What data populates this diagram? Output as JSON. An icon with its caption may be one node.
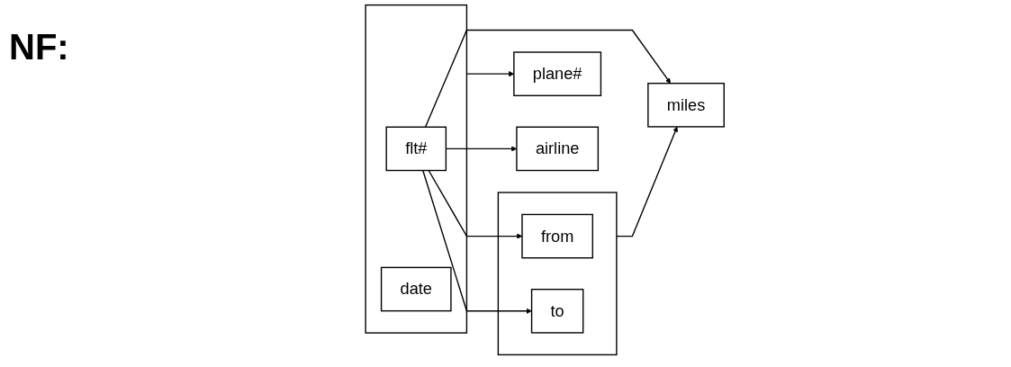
{
  "diagram": {
    "title": "NF:",
    "nodes": [
      {
        "text": [
          "plane#"
        ]
      },
      {
        "text": [],
        "shape": "box"
      },
      {
        "text": [
          "flt#"
        ],
        "in": 1
      },
      {
        "text": [
          "date"
        ],
        "in": 1
      },
      {
        "text": [
          "airline"
        ]
      },
      {
        "text": [],
        "shape": "box"
      },
      {
        "text": [
          "from"
        ],
        "in": 5
      },
      {
        "text": [
          "to"
        ],
        "in": 5
      },
      {
        "text": [
          "miles"
        ]
      }
    ],
    "edges": [
      {
        "from": 1,
        "to": 0,
        "arrow": "to"
      },
      {
        "from": 2,
        "to": 4,
        "arrow": "to"
      },
      {
        "from": 2,
        "to": 6,
        "arrow": "to"
      },
      {
        "from": 2,
        "to": 7,
        "arrow": "to"
      },
      {
        "from": 2,
        "to": 8,
        "arrow": "to"
      },
      {
        "from": 5,
        "to": 8,
        "arrow": "to"
      }
    ]
  }
}
